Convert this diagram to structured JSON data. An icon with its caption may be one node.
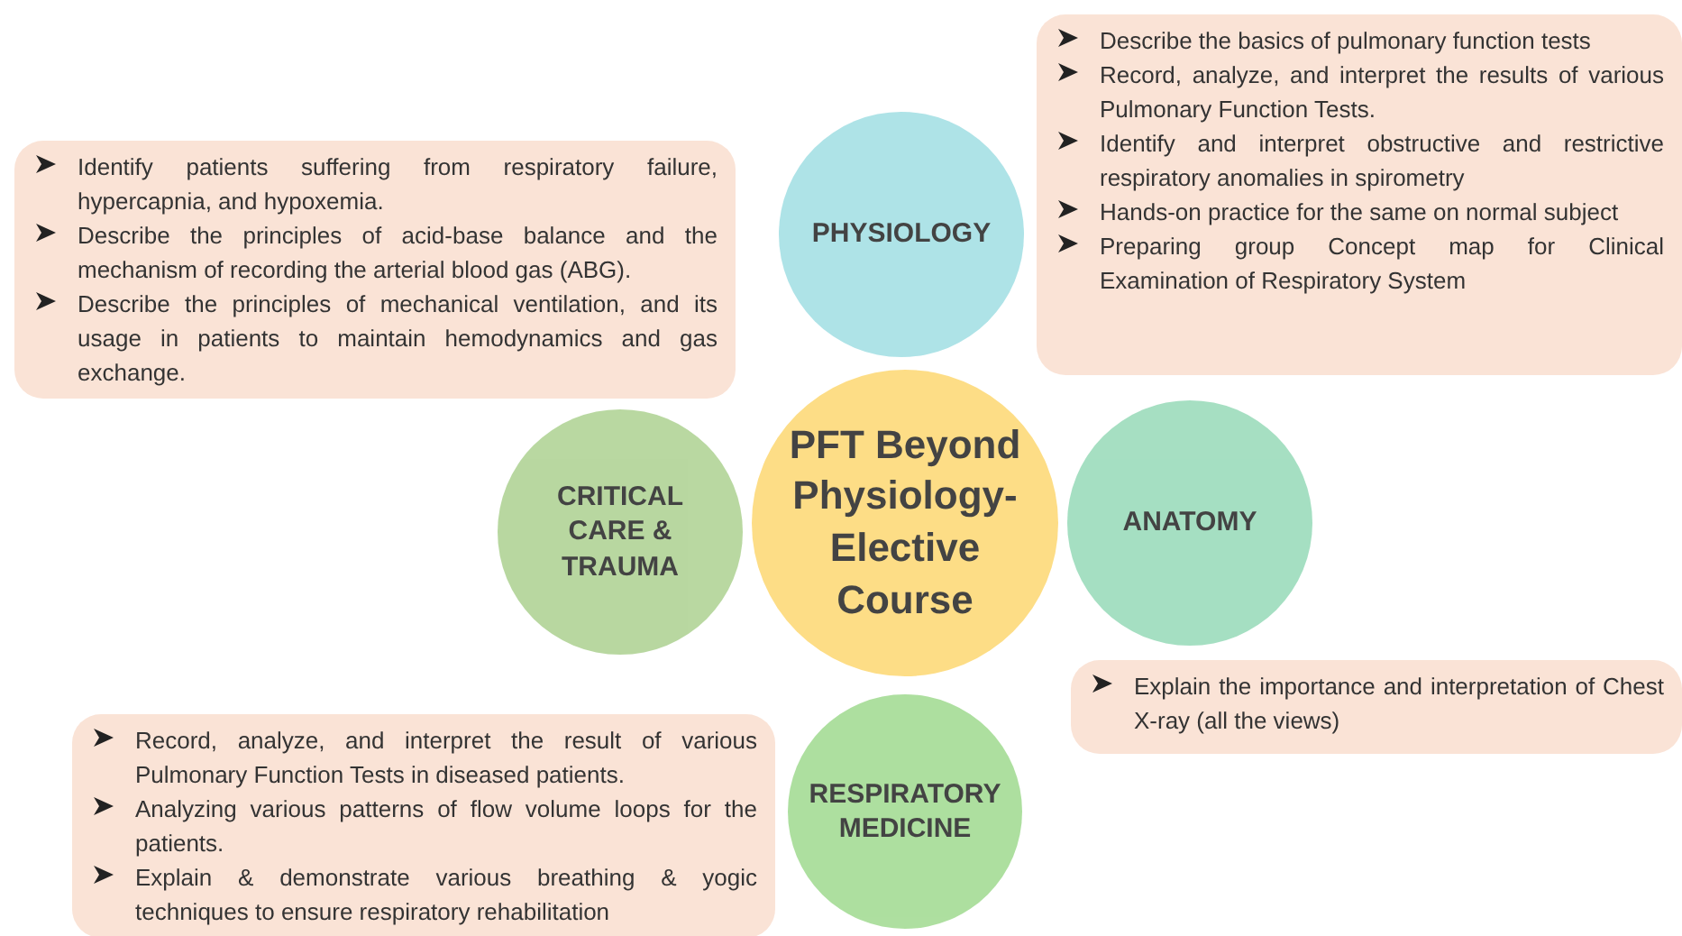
{
  "diagram": {
    "nodes": [
      {
        "text": [
          "PFT Beyond Physiology- Elective Course"
        ]
      },
      {
        "text": [
          "PHYSIOLOGY"
        ]
      },
      {
        "text": [
          "Describe the basics of pulmonary function tests",
          "Record, analyze, and interpret the results of various Pulmonary Function Tests.",
          "Identify and interpret obstructive and restrictive respiratory anomalies in spirometry",
          "Hands-on practice for the same on normal subject",
          "Preparing group Concept map for Clinical Examination of Respiratory System"
        ]
      },
      {
        "text": [
          "CRITICAL CARE & TRAUMA"
        ]
      },
      {
        "text": [
          "Identify patients suffering from respiratory failure, hypercapnia, and hypoxemia.",
          "Describe the principles of acid-base balance and the mechanism of recording the arterial blood gas (ABG).",
          "Describe the principles of mechanical ventilation, and its usage in patients to maintain hemodynamics and gas exchange."
        ]
      },
      {
        "text": [
          "ANATOMY"
        ]
      },
      {
        "text": [
          "Explain the importance and interpretation of Chest X-ray (all the views)"
        ]
      },
      {
        "text": [
          "RESPIRATORY MEDICINE"
        ]
      },
      {
        "text": [
          "Record, analyze, and interpret the result of various Pulmonary Function Tests in diseased patients.",
          "Analyzing various patterns of flow volume loops for the patients.",
          "Explain & demonstrate various breathing & yogic techniques to ensure respiratory rehabilitation"
        ]
      }
    ]
  }
}
